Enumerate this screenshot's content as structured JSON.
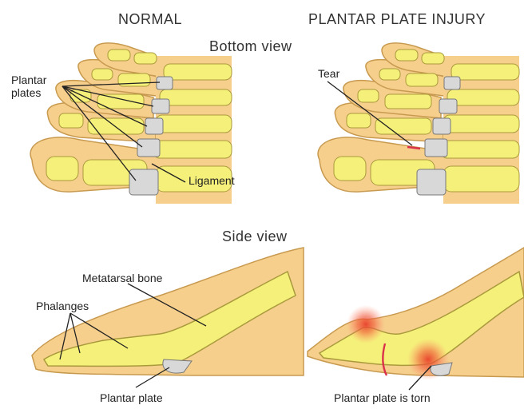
{
  "headers": {
    "normal": "NORMAL",
    "injury": "PLANTAR PLATE INJURY"
  },
  "views": {
    "bottom": "Bottom view",
    "side": "Side view"
  },
  "labels": {
    "plantar_plates": "Plantar\nplates",
    "ligament": "Ligament",
    "tear": "Tear",
    "metatarsal_bone": "Metatarsal bone",
    "phalanges": "Phalanges",
    "plantar_plate": "Plantar plate",
    "plantar_plate_torn": "Plantar plate is torn"
  },
  "colors": {
    "skin": "#f6cf8c",
    "bone": "#f5f07a",
    "bone_outline": "#a99a3c",
    "plate": "#d8d8d8",
    "tear": "#d9324a",
    "inflammation": "#e8402b"
  }
}
